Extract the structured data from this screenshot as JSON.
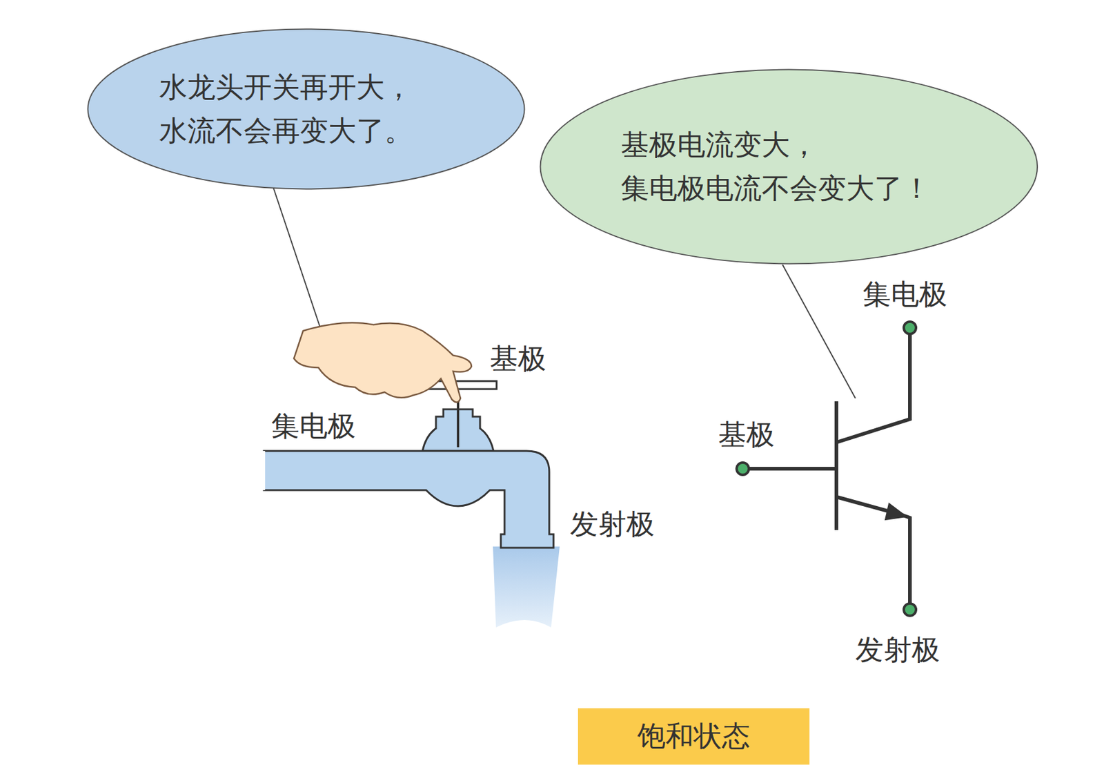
{
  "diagram": {
    "nodes": [
      {
        "text": [
          "水龙头开关再开大， 水流不会再变大了。"
        ]
      },
      {
        "text": [
          "基极电流变大， 集电极电流不会变大了！"
        ]
      },
      {
        "text": [
          "饱和状态"
        ]
      }
    ],
    "labels": [
      "基极",
      "集电极",
      "发射极",
      "集电极",
      "基极",
      "发射极"
    ]
  }
}
